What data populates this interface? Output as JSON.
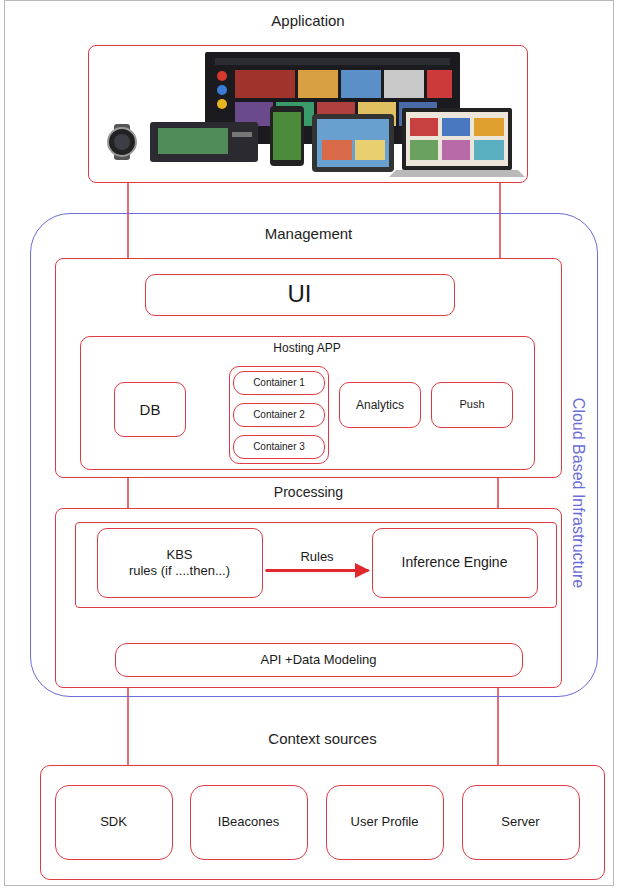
{
  "diagram": {
    "nodes": [
      {
        "text": [
          "Application"
        ]
      },
      {
        "text": [
          "Cloud Based Infrastructure"
        ]
      },
      {
        "text": [
          "Management"
        ],
        "in": 1
      },
      {
        "text": [
          "UI"
        ],
        "in": 2
      },
      {
        "text": [
          "Hosting APP"
        ],
        "in": 2
      },
      {
        "text": [
          "DB"
        ],
        "in": 4
      },
      {
        "text": [
          "Container 1"
        ],
        "in": 4
      },
      {
        "text": [
          "Container 2"
        ],
        "in": 4
      },
      {
        "text": [
          "Container 3"
        ],
        "in": 4
      },
      {
        "text": [
          "Analytics"
        ],
        "in": 4
      },
      {
        "text": [
          "Push"
        ],
        "in": 4
      },
      {
        "text": [
          "Processing"
        ],
        "in": 1
      },
      {
        "text": [
          "KBS",
          "rules (if ....then...)"
        ],
        "in": 11
      },
      {
        "text": [
          "Inference Engine"
        ],
        "in": 11
      },
      {
        "text": [
          "API +Data Modeling"
        ],
        "in": 11
      },
      {
        "text": [
          "Context sources"
        ]
      },
      {
        "text": [
          "SDK"
        ],
        "in": 15
      },
      {
        "text": [
          "IBeacones"
        ],
        "in": 15
      },
      {
        "text": [
          "User Profile"
        ],
        "in": 15
      },
      {
        "text": [
          "Server"
        ],
        "in": 15
      }
    ],
    "edges": [
      {
        "from": 0,
        "to": 2,
        "arrow": "none"
      },
      {
        "from": 0,
        "to": 2,
        "arrow": "none"
      },
      {
        "from": 2,
        "to": 11,
        "arrow": "none"
      },
      {
        "from": 2,
        "to": 11,
        "arrow": "none"
      },
      {
        "from": 11,
        "to": 15,
        "arrow": "none"
      },
      {
        "from": 11,
        "to": 15,
        "arrow": "none"
      },
      {
        "from": 12,
        "to": 13,
        "label": "Rules",
        "arrow": "to"
      }
    ]
  }
}
